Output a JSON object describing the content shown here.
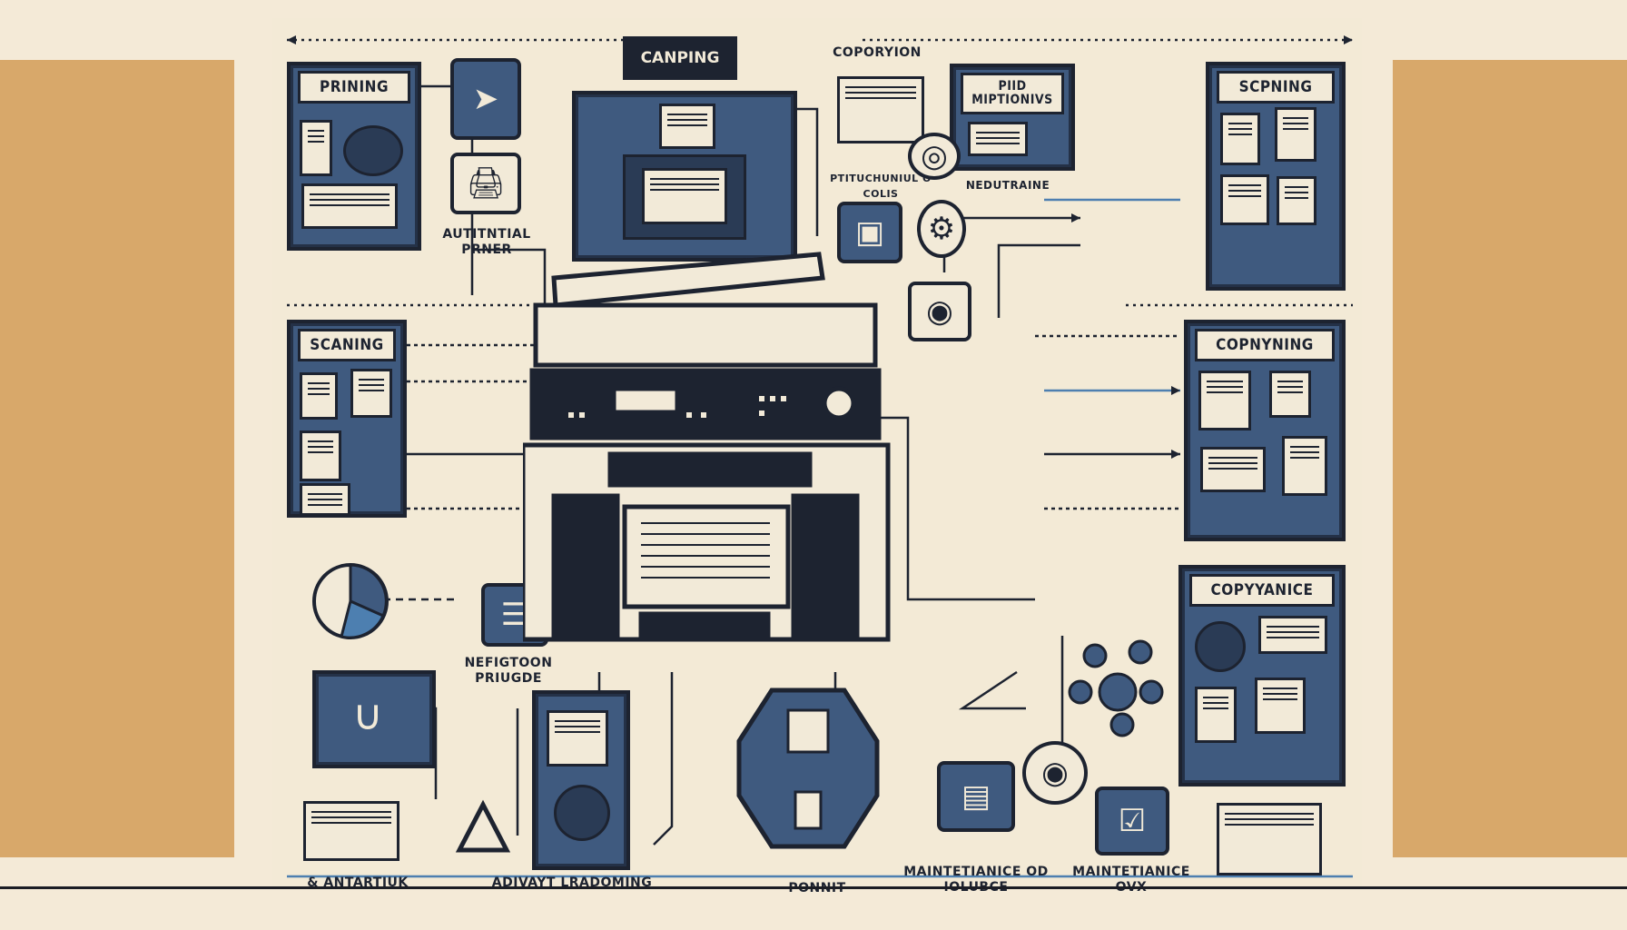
{
  "colors": {
    "background": "#f4ead7",
    "side_panels": "#d8a86a",
    "panel_blue": "#3f5a7f",
    "ink": "#1d2330",
    "accent_blue": "#4d7fb0"
  },
  "top_tag": "CANPING",
  "top_label": "COPORYION",
  "panels": {
    "printing": "PRINING",
    "scanning": "SCANING",
    "scanning_right": "SCPNING",
    "copying": "COPNYNING",
    "compliance": "COPYYANICE",
    "paid": "PIID MIPTIONIVS"
  },
  "labels": {
    "auth_printer": "AUTITNTIAL PRNER",
    "central_subtitle": "PTITUCHUNIUL O COLIS",
    "nedurane": "NEDUTRAINE",
    "notification": "NEFIGTOON PRIUGDE",
    "antartix": "& ANTARTIUK",
    "advanced": "ADIVAYT LRADOMING",
    "pornit": "PONNIT",
    "maint_1": "MAINTETIANICE OD IOLUBCE",
    "maint_2": "MAINTETIANICE OVX"
  },
  "icons": [
    "paper-plane-icon",
    "key-icon",
    "wifi-icon",
    "gear-icon",
    "printer-icon",
    "laptop-icon",
    "warning-icon",
    "checkbox-icon",
    "webcam-icon",
    "magnet-icon",
    "pie-chart-icon",
    "network-icon"
  ]
}
